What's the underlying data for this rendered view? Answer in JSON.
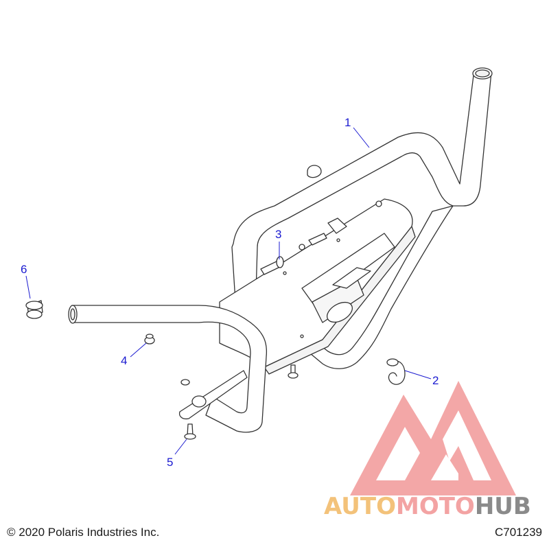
{
  "callouts": {
    "c1": "1",
    "c2": "2",
    "c3": "3",
    "c4": "4",
    "c5": "5",
    "c6": "6"
  },
  "footer": {
    "copyright": "© 2020 Polaris Industries Inc.",
    "diagram_code": "C701239"
  },
  "watermark": {
    "part1": "AUTO",
    "part2": "MOTO",
    "part3": "HUB",
    "colors": {
      "auto": "#f3c27a",
      "moto": "#f3a3a3",
      "hub": "#8a8a8a",
      "logo_red": "#f08a8a"
    }
  },
  "colors": {
    "callout": "#1a1ad0",
    "line": "#333333"
  }
}
